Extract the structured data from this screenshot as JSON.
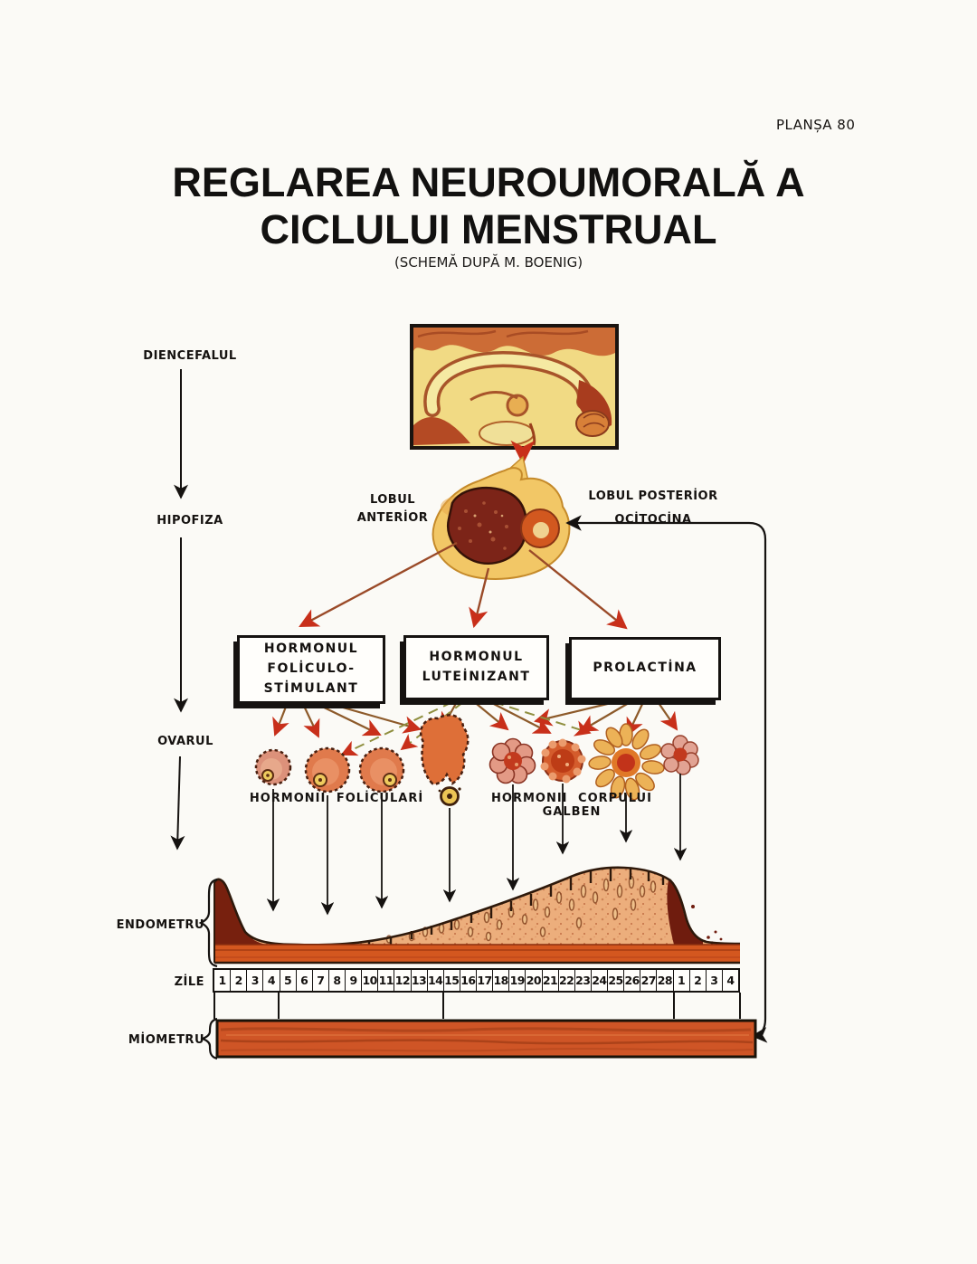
{
  "page": {
    "plate_label": "PLANȘA 80",
    "title_line1": "REGLAREA NEUROUMORALĂ A",
    "title_line2": "CICLULUI MENSTRUAL",
    "subtitle": "(SCHEMĂ DUPĂ M. BOENIG)"
  },
  "axis_labels": {
    "diencefalul": "DIENCEFALUL",
    "hipofiza": "HIPOFIZA",
    "ovarul": "OVARUL",
    "endometru": "ENDOMETRU",
    "miometru": "MİOMETRU"
  },
  "pituitary_labels": {
    "anterior": "LOBUL\nANTERİOR",
    "posterior": "LOBUL POSTERİOR\nOCİTOCİNA"
  },
  "hormone_boxes": {
    "fsh": "HORMONUL\nFOLİCULO-\nSTİMULANT",
    "lh": "HORMONUL\nLUTEİNIZANT",
    "prolactin": "PROLACTİNA"
  },
  "ovary_stage_labels": {
    "follicular": "HORMONII FOLİCULARİ",
    "corpus_luteum": "HORMONII CORPULUI GALBEN"
  },
  "days": {
    "label": "ZİLE",
    "numbers": [
      "1",
      "2",
      "3",
      "4",
      "5",
      "6",
      "7",
      "8",
      "9",
      "10",
      "11",
      "12",
      "13",
      "14",
      "15",
      "16",
      "17",
      "18",
      "19",
      "20",
      "21",
      "22",
      "23",
      "24",
      "25",
      "26",
      "27",
      "28",
      "1",
      "2",
      "3",
      "4"
    ]
  },
  "colors": {
    "arrow_head_red": "#c82f1a",
    "arrow_shaft_brown": "#8d5a2a",
    "dashed_olive": "#8f8f3f",
    "outline_black": "#151210",
    "mucosa_pink": "#ecae7c",
    "basal_orange": "#d4571f",
    "menses_dark_red": "#77200e",
    "myometrium_orange": "#cf5526",
    "pituitary_anterior": "#7c2418",
    "pituitary_posterior": "#d2581f",
    "gland_yellow": "#f2c766",
    "brain_yellow": "#f1da84",
    "brain_swirl": "#c85f2e"
  }
}
